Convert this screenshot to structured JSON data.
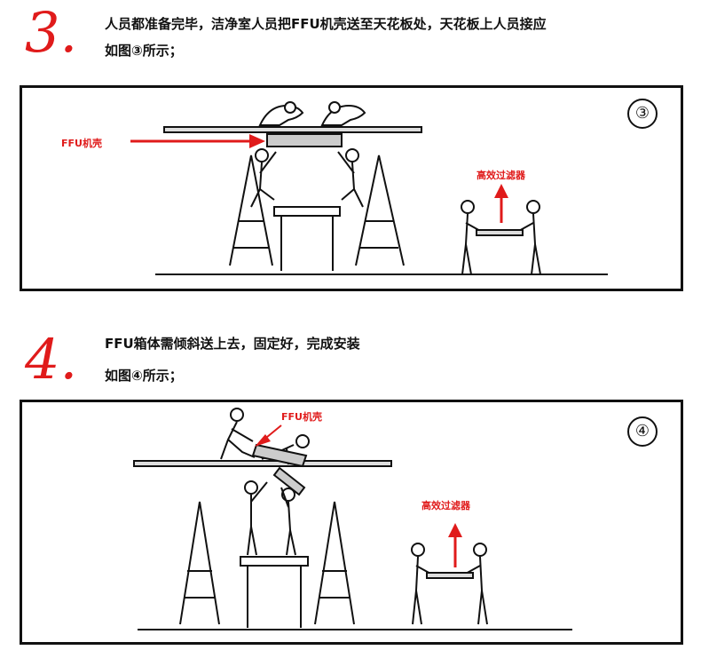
{
  "steps": [
    {
      "number": "3.",
      "lines": [
        "人员都准备完毕，洁净室人员把FFU机壳送至天花板处，天花板上人员接应",
        "如图③所示；"
      ],
      "badge": "③",
      "labels": {
        "ffu": "FFU机壳",
        "filter": "高效过滤器"
      }
    },
    {
      "number": "4.",
      "lines": [
        "FFU箱体需倾斜送上去，固定好，完成安装",
        "如图④所示；"
      ],
      "badge": "④",
      "labels": {
        "ffu": "FFU机壳",
        "filter": "高效过滤器"
      }
    }
  ],
  "colors": {
    "accent": "#e01b1b",
    "ink": "#111111"
  }
}
